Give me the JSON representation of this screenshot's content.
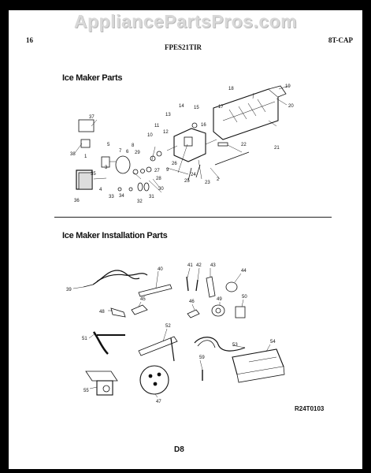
{
  "site": {
    "banner": "AppliancePartsPros.com"
  },
  "header": {
    "page_number": "16",
    "model": "FPES21TIR",
    "code": "8T-CAP"
  },
  "sections": {
    "ice_maker_parts": {
      "title": "Ice Maker Parts",
      "callouts": [
        "37",
        "38",
        "1",
        "35",
        "36",
        "34",
        "33",
        "32",
        "31",
        "30",
        "5",
        "6",
        "7",
        "8",
        "29",
        "10",
        "11",
        "12",
        "13",
        "14",
        "15",
        "16",
        "17",
        "18",
        "19",
        "20",
        "21",
        "22",
        "2",
        "23",
        "24",
        "25",
        "26",
        "27",
        "28",
        "9",
        "3",
        "4"
      ]
    },
    "installation_parts": {
      "title": "Ice Maker Installation Parts",
      "callouts": [
        "39",
        "40",
        "41",
        "42",
        "43",
        "44",
        "45",
        "46",
        "48",
        "49",
        "50",
        "51",
        "52",
        "53",
        "54",
        "55",
        "47",
        "59"
      ]
    }
  },
  "reference_code": "R24T0103",
  "footer": {
    "page_label": "D8"
  }
}
